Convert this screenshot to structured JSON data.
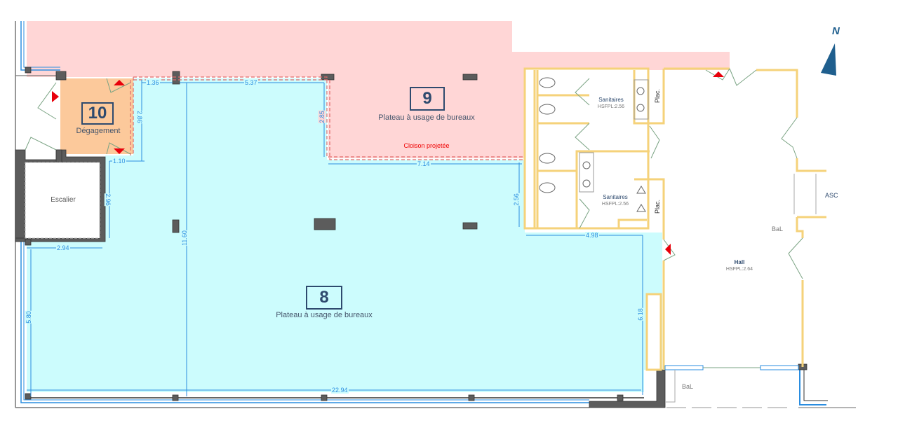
{
  "plan": {
    "colors": {
      "room8_fill": "#ccfcfd",
      "room9_fill": "#ffd6d6",
      "room10_fill": "#fcc99b",
      "wall_dark": "#5c5c5c",
      "wall_yellow": "#f5d27a",
      "dim_blue": "#2a8de0",
      "label_navy": "#2e4a6e",
      "red_marker": "#e8000b",
      "door_green": "#7aa383"
    },
    "compass": {
      "label": "N"
    },
    "rooms": [
      {
        "number": "8",
        "name": "Plateau à usage de bureaux"
      },
      {
        "number": "9",
        "name": "Plateau à usage de bureaux",
        "note": "Cloison projetée"
      },
      {
        "number": "10",
        "name": "Dégagement"
      }
    ],
    "spaces": {
      "escalier": "Escalier",
      "sanitaires_top": {
        "name": "Sanitaires",
        "height": "HSFPL:2.56"
      },
      "sanitaires_bottom": {
        "name": "Sanitaires",
        "height": "HSFPL:2.56"
      },
      "plac_top": "Plac.",
      "plac_bottom": "Plac.",
      "hall": {
        "name": "Hall",
        "height": "HSFPL:2.64"
      },
      "asc": "ASC",
      "bal_hall": "BaL",
      "bal_outside": "BaL"
    },
    "dimensions": {
      "d_1_36": "1.36",
      "d_5_37": "5.37",
      "d_2_86": "2.86",
      "d_2_85": "2.85",
      "d_1_10": "1.10",
      "d_7_14": "7.14",
      "d_2_96": "2.96",
      "d_2_94": "2.94",
      "d_11_60": "11.60",
      "d_2_56": "2.56",
      "d_4_98": "4.98",
      "d_5_80": "5.80",
      "d_6_18": "6.18",
      "d_22_94": "22.94"
    }
  }
}
